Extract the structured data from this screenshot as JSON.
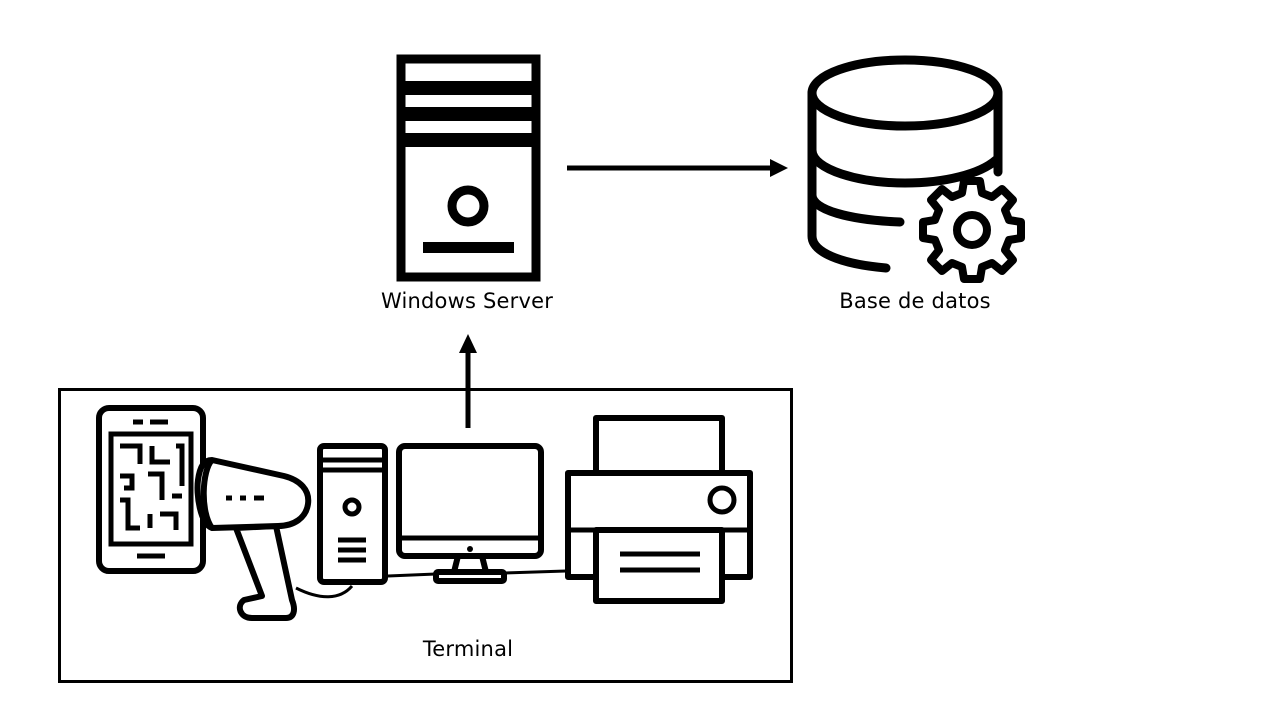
{
  "nodes": {
    "server": {
      "label": "Windows Server",
      "icon": "server-tower-icon"
    },
    "database": {
      "label": "Base de datos",
      "icon": "database-gear-icon"
    },
    "terminal": {
      "label": "Terminal",
      "devices": [
        {
          "icon": "smartphone-qr-icon"
        },
        {
          "icon": "barcode-scanner-icon"
        },
        {
          "icon": "desktop-tower-icon"
        },
        {
          "icon": "monitor-icon"
        },
        {
          "icon": "printer-icon"
        }
      ]
    }
  },
  "edges": [
    {
      "from": "server",
      "to": "database"
    },
    {
      "from": "terminal",
      "to": "server"
    }
  ],
  "colors": {
    "stroke": "#000000",
    "background": "#ffffff"
  }
}
